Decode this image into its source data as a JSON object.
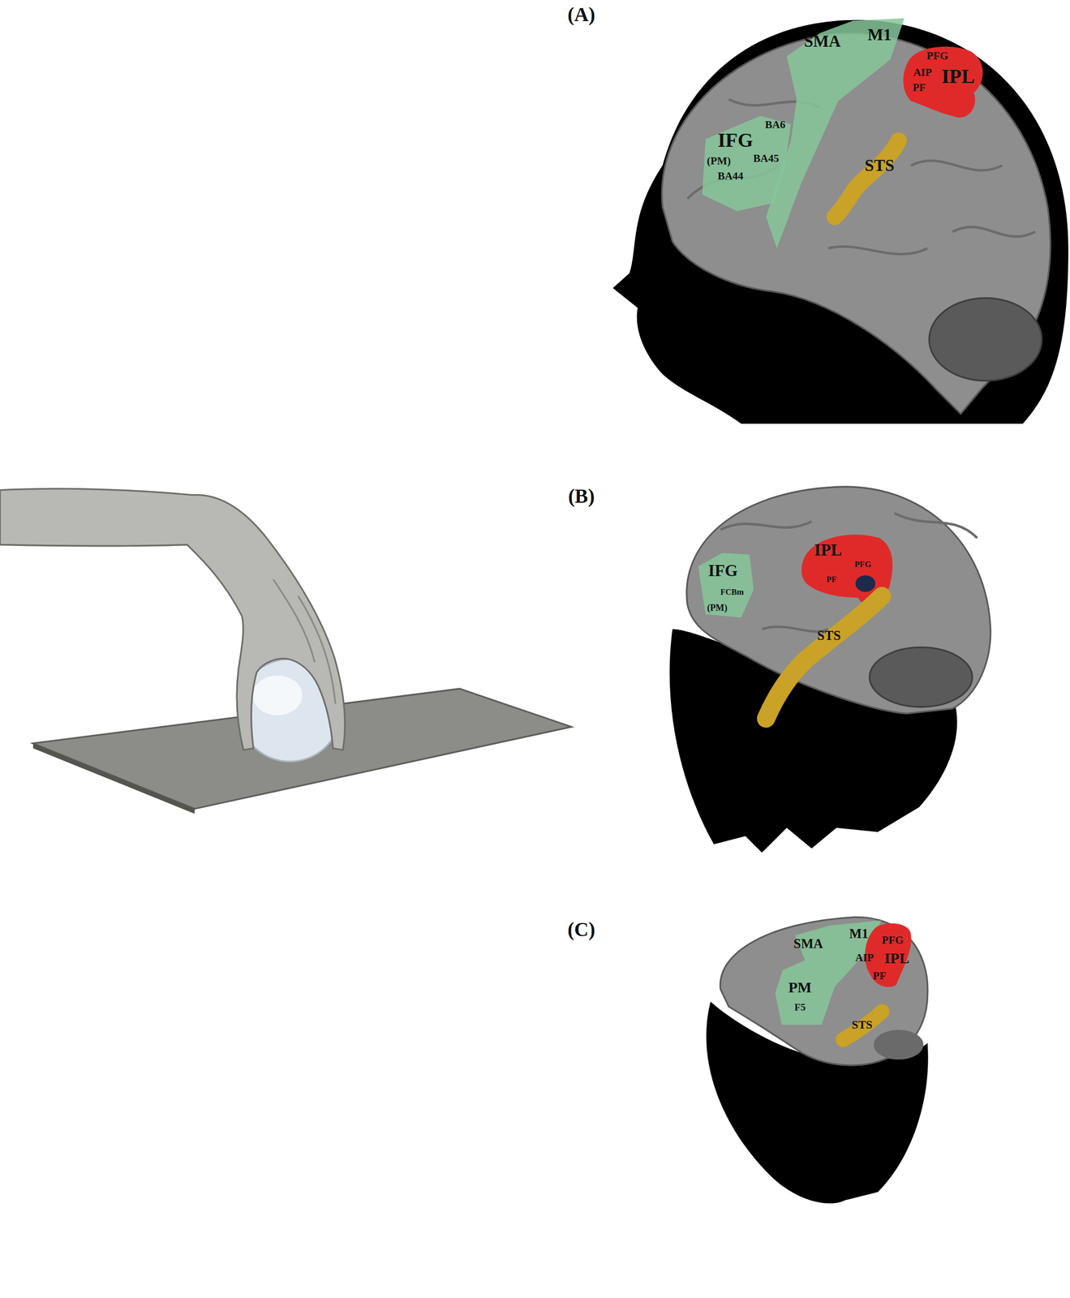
{
  "diagram": {
    "labels": [
      "(A)",
      "SMA",
      "M1",
      "PFG",
      "AIP",
      "IPL",
      "PF",
      "IFG",
      "BA6",
      "(PM)",
      "BA45",
      "BA44",
      "STS",
      "(B)",
      "IPL",
      "PFG",
      "PF",
      "IFG",
      "FCBm",
      "(PM)",
      "STS",
      "(C)",
      "SMA",
      "M1",
      "PFG",
      "AIP",
      "IPL",
      "PF",
      "PM",
      "F5",
      "STS"
    ]
  }
}
